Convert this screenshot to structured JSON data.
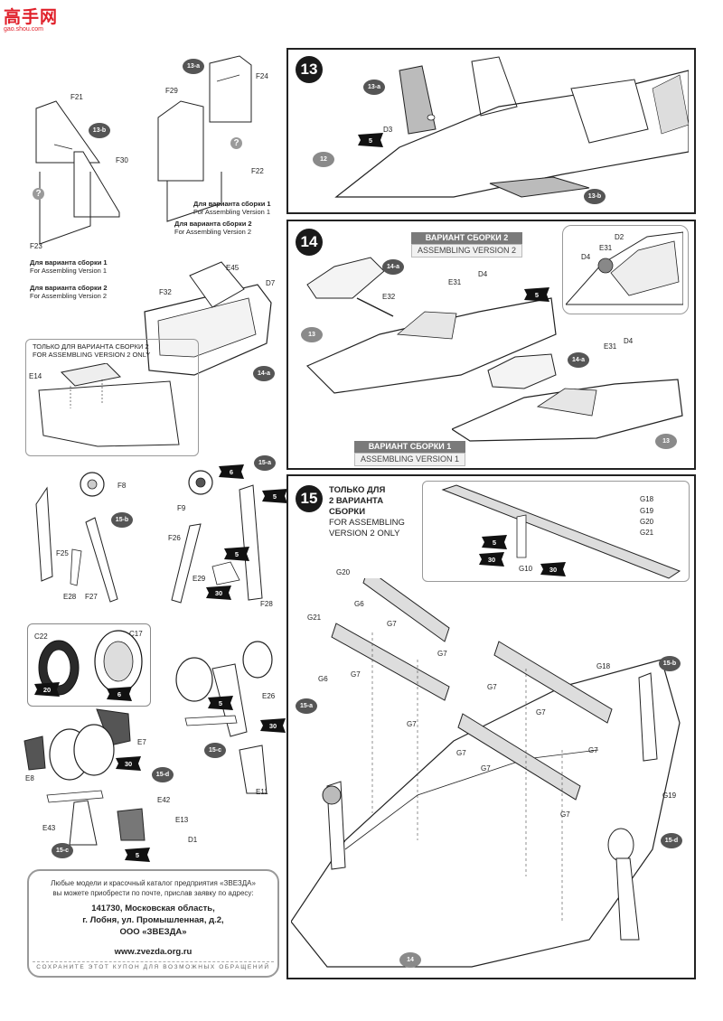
{
  "watermark": {
    "logo_text": "高手网",
    "url": "gao.shou.com"
  },
  "left_panel": {
    "f21": "F21",
    "f30": "F30",
    "f23": "F23",
    "f29": "F29",
    "f24": "F24",
    "f22": "F22",
    "step_13a": "13-a",
    "step_13b": "13-b",
    "version1_ru": "Для варианта сборки 1",
    "version1_en": "For Assembling Version 1",
    "version2_ru": "Для варианта сборки 2",
    "version2_en": "For Assembling Version 2",
    "e45": "E45",
    "f32": "F32",
    "d7": "D7",
    "step_14a": "14-a",
    "e14": "E14",
    "only_v2_ru": "ТОЛЬКО ДЛЯ ВАРИАНТА СБОРКИ 2",
    "only_v2_en": "FOR ASSEMBLING VERSION 2 ONLY",
    "f8": "F8",
    "f25": "F25",
    "e28": "E28",
    "f27": "F27",
    "step_15b": "15-b",
    "f9": "F9",
    "f26": "F26",
    "e29": "E29",
    "f28": "F28",
    "step_15a": "15-a",
    "c22": "C22",
    "c17": "C17",
    "e26": "E26",
    "e7": "E7",
    "e8": "E8",
    "e42": "E42",
    "e43": "E43",
    "e13": "E13",
    "d1": "D1",
    "e11": "E11",
    "step_15c": "15-c",
    "step_15d": "15-d",
    "paint_5": "5",
    "paint_6": "6",
    "paint_20": "20",
    "paint_30": "30"
  },
  "step13": {
    "number": "13",
    "d3": "D3",
    "step_13a": "13-a",
    "step_13b": "13-b",
    "part_12": "12",
    "paint_5": "5"
  },
  "step14": {
    "number": "14",
    "v2_ru": "ВАРИАНТ СБОРКИ 2",
    "v2_en": "ASSEMBLING VERSION 2",
    "v1_ru": "ВАРИАНТ СБОРКИ 1",
    "v1_en": "ASSEMBLING VERSION 1",
    "e32": "E32",
    "e31": "E31",
    "d4": "D4",
    "d2": "D2",
    "step_14a": "14-a",
    "part_13": "13",
    "paint_5": "5"
  },
  "step15": {
    "number": "15",
    "only_ru_1": "ТОЛЬКО ДЛЯ",
    "only_ru_2": "2 ВАРИАНТА",
    "only_ru_3": "СБОРКИ",
    "only_en_1": "FOR ASSEMBLING",
    "only_en_2": "VERSION 2 ONLY",
    "g18": "G18",
    "g19": "G19",
    "g20": "G20",
    "g21": "G21",
    "g10": "G10",
    "g6": "G6",
    "g7": "G7",
    "step_15a": "15-a",
    "step_15b": "15-b",
    "step_15d": "15-d",
    "part_14": "14",
    "paint_5": "5",
    "paint_30": "30"
  },
  "coupon": {
    "line1": "Любые модели и красочный каталог предприятия «ЗВЕЗДА»",
    "line2": "вы можете приобрести по почте, прислав заявку по адресу:",
    "addr1": "141730, Московская область,",
    "addr2": "г. Лобня, ул. Промышленная, д.2,",
    "addr3": "ООО «ЗВЕЗДА»",
    "website": "www.zvezda.org.ru",
    "footer": "СОХРАНИТЕ ЭТОТ КУПОН ДЛЯ ВОЗМОЖНЫХ ОБРАЩЕНИЙ"
  },
  "colors": {
    "ink": "#222222",
    "bubble": "#555555",
    "frame": "#222222"
  }
}
